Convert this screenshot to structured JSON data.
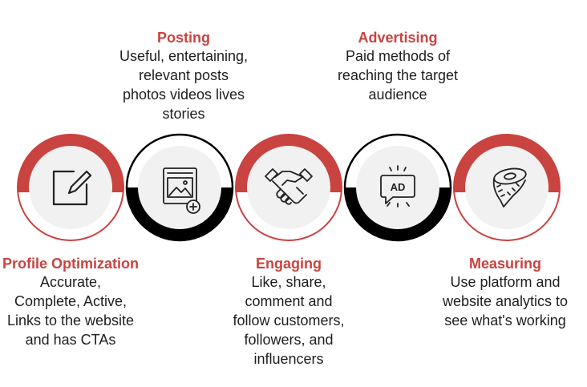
{
  "colors": {
    "accent": "#c94340",
    "dark": "#000000",
    "inner": "#f1f1f1",
    "text": "#1e1e1e"
  },
  "stages": [
    {
      "id": "profile",
      "title": "Profile Optimization",
      "lines": [
        "Accurate,",
        "Complete, Active,",
        "Links to the website",
        "and has CTAs"
      ],
      "icon": "edit-icon",
      "ring": "accent"
    },
    {
      "id": "posting",
      "title": "Posting",
      "lines": [
        "Useful, entertaining,",
        "relevant posts",
        "photos videos lives",
        "stories"
      ],
      "icon": "image-add-icon",
      "ring": "dark"
    },
    {
      "id": "engaging",
      "title": "Engaging",
      "lines": [
        "Like, share,",
        "comment and",
        "follow customers,",
        "followers, and",
        "influencers"
      ],
      "icon": "handshake-icon",
      "ring": "accent"
    },
    {
      "id": "advertising",
      "title": "Advertising",
      "lines": [
        "Paid methods of",
        "reaching the target",
        "audience"
      ],
      "icon": "ad-speech-icon",
      "ring": "dark",
      "icon_text": "AD"
    },
    {
      "id": "measuring",
      "title": "Measuring",
      "lines": [
        "Use platform and",
        "website analytics to",
        "see what's working"
      ],
      "icon": "measuring-tape-icon",
      "ring": "accent"
    }
  ]
}
